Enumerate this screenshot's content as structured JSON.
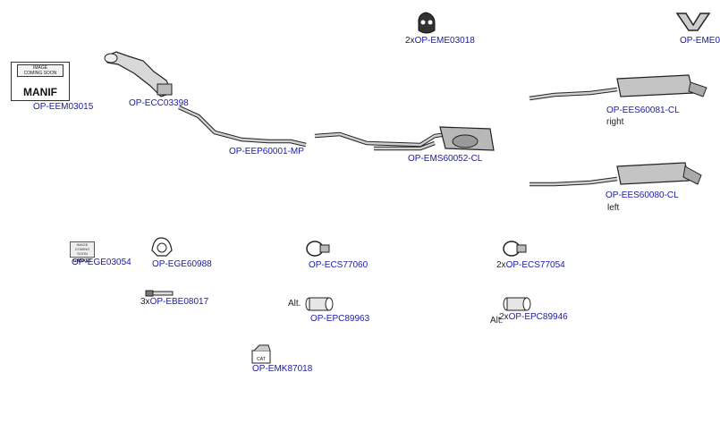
{
  "diagram": {
    "parts": [
      {
        "id": "eme03018",
        "code": "OP-EME03018",
        "qty": "2x",
        "icon": "mounting-rubber-icon"
      },
      {
        "id": "eme-cut",
        "code": "OP-EME0",
        "qty": "",
        "icon": "hanger-bracket-icon"
      },
      {
        "id": "eem03015",
        "code": "OP-EEM03015",
        "qty": "",
        "icon": "manifold-placeholder-icon"
      },
      {
        "id": "ecc03398",
        "code": "OP-ECC03398",
        "qty": "",
        "icon": "catalytic-converter-icon"
      },
      {
        "id": "eep60001",
        "code": "OP-EEP60001-MP",
        "qty": "",
        "icon": "front-pipe-icon"
      },
      {
        "id": "ems60052",
        "code": "OP-EMS60052-CL",
        "qty": "",
        "icon": "middle-silencer-icon"
      },
      {
        "id": "ees60081",
        "code": "OP-EES60081-CL",
        "qty": "",
        "icon": "rear-silencer-right-icon"
      },
      {
        "id": "ees60080",
        "code": "OP-EES60080-CL",
        "qty": "",
        "icon": "rear-silencer-left-icon"
      },
      {
        "id": "ege03054",
        "code": "OP-EGE03054",
        "qty": "",
        "icon": "gasket-placeholder-icon"
      },
      {
        "id": "ege60988",
        "code": "OP-EGE60988",
        "qty": "",
        "icon": "gasket-icon"
      },
      {
        "id": "ecs77060",
        "code": "OP-ECS77060",
        "qty": "",
        "icon": "clamp-icon"
      },
      {
        "id": "ecs77054",
        "code": "OP-ECS77054",
        "qty": "2x",
        "icon": "clamp-icon"
      },
      {
        "id": "ebe08017",
        "code": "OP-EBE08017",
        "qty": "3x",
        "icon": "bolt-icon"
      },
      {
        "id": "epc89963",
        "code": "OP-EPC89963",
        "qty": "",
        "icon": "pipe-connector-icon"
      },
      {
        "id": "epc89946",
        "code": "OP-EPC89946",
        "qty": "2x",
        "icon": "pipe-connector-icon"
      },
      {
        "id": "emk87018",
        "code": "OP-EMK87018",
        "qty": "",
        "icon": "mounting-kit-icon"
      }
    ],
    "notes": {
      "right": "right",
      "left": "left",
      "alt1": "Alt.",
      "alt2": "Alt."
    },
    "placeholders": {
      "manifold_header": "IMAGE\nCOMING SOON",
      "manifold_text": "MANIF",
      "gasket_header": "IMAGE COMING SOON",
      "gasket_text": "GASKET",
      "kit_text": "CAT"
    }
  },
  "colors": {
    "link": "#1a1aa8",
    "text": "#222222",
    "part_fill": "#c9c9c9",
    "part_stroke": "#333333"
  }
}
